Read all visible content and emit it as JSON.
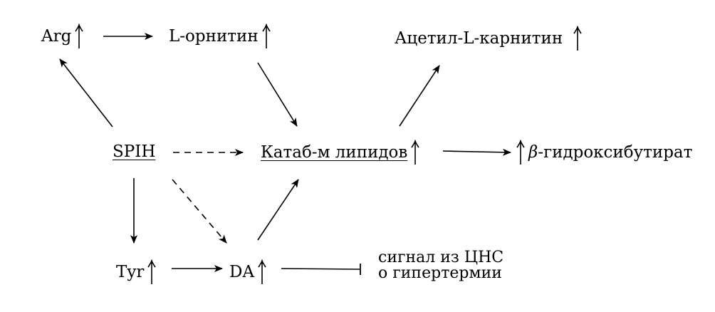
{
  "nodes": {
    "arg": {
      "label": "Arg",
      "up": true
    },
    "ornithine": {
      "label": "L-орнитин",
      "up": true
    },
    "acetylcarnitine": {
      "label": "Ацетил-L-карнитин",
      "up": true
    },
    "spih": {
      "label": "SPIH"
    },
    "lipid_catabolism": {
      "label": "Катаб-м липидов",
      "up": true
    },
    "hydroxybutyrate": {
      "greek": "β",
      "label": "-гидроксибутират",
      "up_before": true
    },
    "tyr": {
      "label": "Tyr",
      "up": true
    },
    "da": {
      "label": "DA",
      "up": true
    },
    "cns_signal": {
      "line1": "сигнал из ЦНС",
      "line2": "о гипертермии"
    }
  },
  "edges": [
    {
      "from": "arg",
      "to": "ornithine",
      "style": "solid",
      "head": "arrow"
    },
    {
      "from": "spih",
      "to": "arg",
      "style": "solid",
      "head": "arrow"
    },
    {
      "from": "ornithine",
      "to": "lipid_catabolism",
      "style": "solid",
      "head": "arrow"
    },
    {
      "from": "lipid_catabolism",
      "to": "acetylcarnitine",
      "style": "solid",
      "head": "arrow"
    },
    {
      "from": "spih",
      "to": "lipid_catabolism",
      "style": "dashed",
      "head": "arrow"
    },
    {
      "from": "lipid_catabolism",
      "to": "hydroxybutyrate",
      "style": "solid",
      "head": "arrow"
    },
    {
      "from": "spih",
      "to": "tyr",
      "style": "solid",
      "head": "arrow"
    },
    {
      "from": "spih",
      "to": "da",
      "style": "dashed",
      "head": "arrow"
    },
    {
      "from": "tyr",
      "to": "da",
      "style": "solid",
      "head": "arrow"
    },
    {
      "from": "da",
      "to": "lipid_catabolism",
      "style": "solid",
      "head": "arrow"
    },
    {
      "from": "da",
      "to": "cns_signal",
      "style": "solid",
      "head": "inhibit"
    }
  ]
}
